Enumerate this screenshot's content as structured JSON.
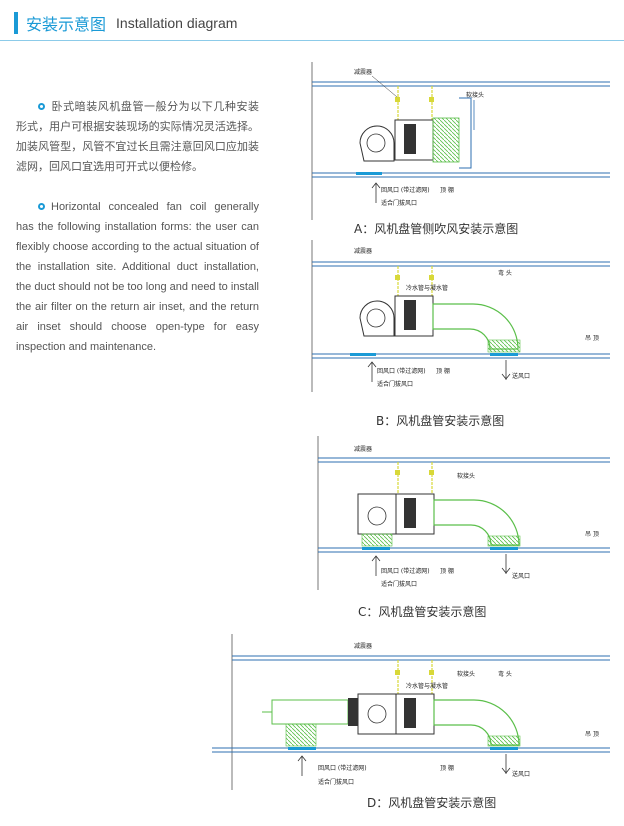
{
  "header": {
    "title_cn": "安装示意图",
    "title_en": "Installation diagram"
  },
  "intro": {
    "cn": "卧式暗装风机盘管一般分为以下几种安装形式，用户可根据安装现场的实际情况灵活选择。加装风管型，风管不宜过长且需注意回风口应加装滤网，回风口宜选用可开式以便检修。",
    "en": "Horizontal concealed fan coil generally has the following installation forms: the user can flexibly choose according to the actual situation of the installation site. Additional duct installation, the duct should not be too long and need to install the air filter on the return air inset, and the return air inset should choose open-type for easy inspection and maintenance."
  },
  "labels": {
    "damper": "减震器",
    "soft_joint": "软接头",
    "elbow": "弯 头",
    "ceiling": "吊 顶",
    "return_air": "回风口 (带过滤网)",
    "openable": "适合门拔风口",
    "grille": "顶 棚",
    "supply_air": "送风口",
    "pipes": "冷水管与凝水管"
  },
  "captions": {
    "a": "A：风机盘管侧吹风安装示意图",
    "b": "B：风机盘管安装示意图",
    "c": "C：风机盘管安装示意图",
    "d": "D：风机盘管安装示意图"
  },
  "colors": {
    "accent": "#1a9ad6",
    "duct_line": "#2e6fb2",
    "flex": "#5bbf4a",
    "hanger": "#d8d838"
  }
}
